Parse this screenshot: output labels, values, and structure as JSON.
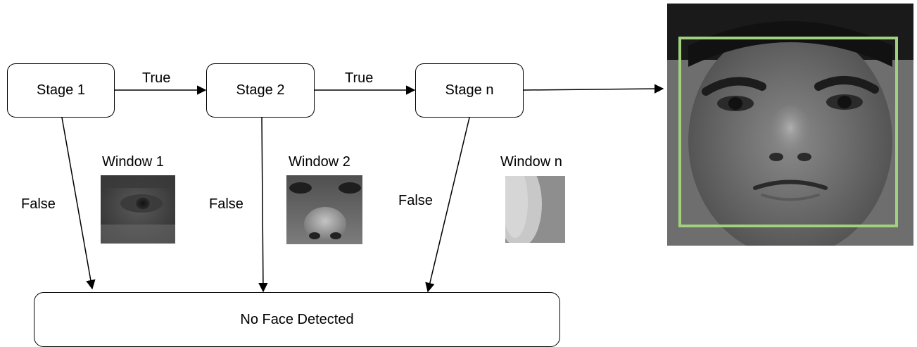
{
  "stages": [
    {
      "id": "stage-1",
      "label": "Stage 1"
    },
    {
      "id": "stage-2",
      "label": "Stage 2"
    },
    {
      "id": "stage-n",
      "label": "Stage n"
    }
  ],
  "edges": {
    "true_label": "True",
    "false_label": "False"
  },
  "windows": [
    {
      "label": "Window 1",
      "content": "eye"
    },
    {
      "label": "Window 2",
      "content": "nose"
    },
    {
      "label": "Window n",
      "content": "background"
    }
  ],
  "result": {
    "no_face_label": "No Face Detected",
    "detected_face_content": "face photo",
    "detection_box_color": "#9fd17f"
  }
}
